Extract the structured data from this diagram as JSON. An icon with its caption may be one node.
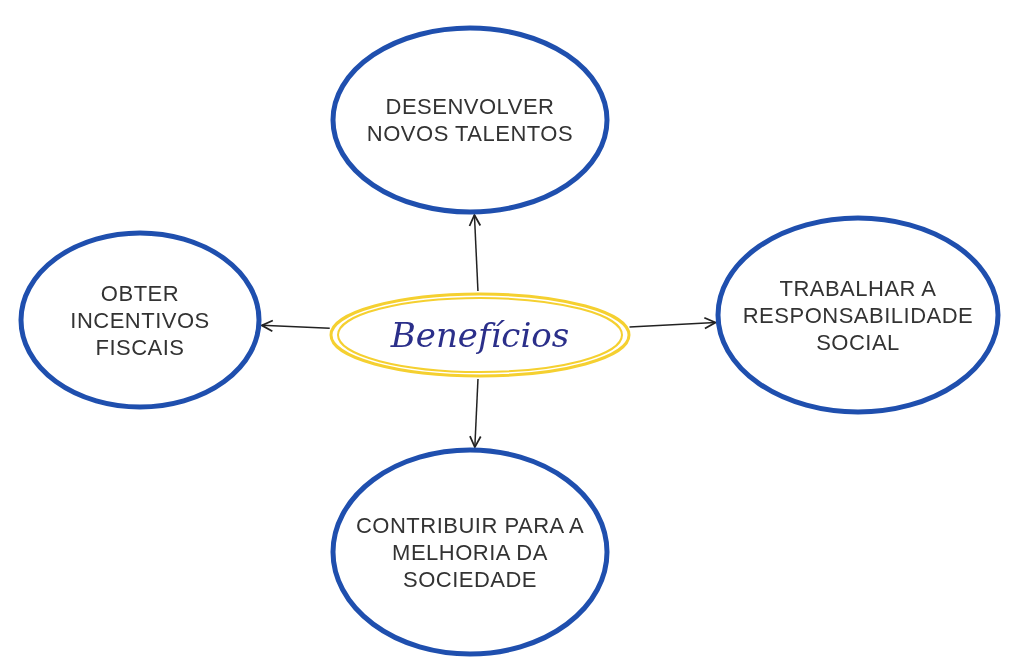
{
  "diagram": {
    "nodes": [
      {
        "text": [
          "DESENVOLVER NOVOS TALENTOS"
        ]
      },
      {
        "text": [
          "OBTER INCENTIVOS FISCAIS"
        ]
      },
      {
        "text": [
          "Benefícios"
        ]
      },
      {
        "text": [
          "TRABALHAR A RESPONSABILIDADE SOCIAL"
        ]
      },
      {
        "text": [
          "CONTRIBUIR PARA A MELHORIA DA SOCIEDADE"
        ]
      }
    ],
    "edges": [
      {
        "from": 2,
        "to": 0,
        "arrow": "to"
      },
      {
        "from": 2,
        "to": 1,
        "arrow": "to"
      },
      {
        "from": 2,
        "to": 3,
        "arrow": "to"
      },
      {
        "from": 2,
        "to": 4,
        "arrow": "to"
      }
    ]
  }
}
